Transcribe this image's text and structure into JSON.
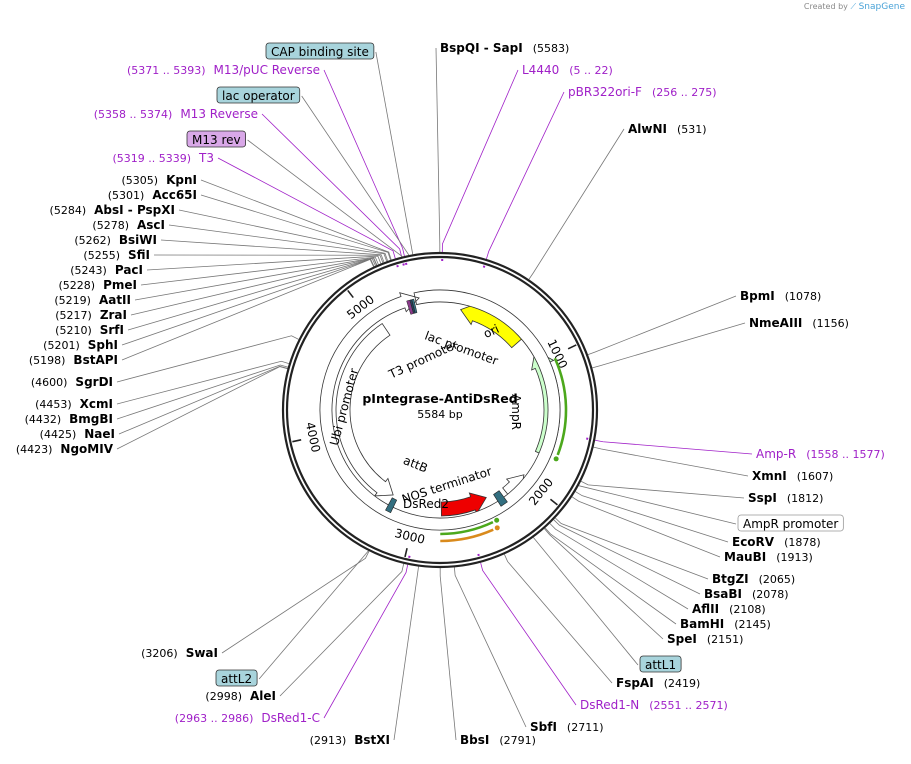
{
  "credit": {
    "created_by": "Created by",
    "brand": "SnapGene"
  },
  "plasmid": {
    "name": "pIntegrase-AntiDsRed",
    "size": 5584,
    "size_label": "5584 bp"
  },
  "ticks": [
    {
      "label": "1000",
      "bp": 1000
    },
    {
      "label": "2000",
      "bp": 2000
    },
    {
      "label": "3000",
      "bp": 3000
    },
    {
      "label": "4000",
      "bp": 4000
    },
    {
      "label": "5000",
      "bp": 5000
    }
  ],
  "features": [
    {
      "name": "ori",
      "start": 180,
      "end": 760,
      "color": "#ffff00",
      "label_color": "#000000"
    },
    {
      "name": "AmpR",
      "start": 900,
      "end": 1760,
      "color": "#ccffcc",
      "label_color": "#000000"
    },
    {
      "name": "DsRed2",
      "start": 2360,
      "end": 2780,
      "color": "#ee0000",
      "label_color": "#ffffff"
    },
    {
      "name": "NOS terminator",
      "start": 1980,
      "end": 2190,
      "color": "#ffffff",
      "label_color": "#000000"
    },
    {
      "name": "attB",
      "start": 3180,
      "end": 3240,
      "color": "#336f80",
      "label_color": "#000000"
    },
    {
      "name": "Ubi promoter",
      "start": 3240,
      "end": 5060,
      "color": "#ffffff",
      "label_color": "#000000"
    },
    {
      "name": "T3 promoter",
      "start": 5319,
      "end": 5339,
      "color": "#8b3a8b",
      "label_color": "#000000"
    },
    {
      "name": "lac promoter",
      "start": 5390,
      "end": 5420,
      "color": "#ffffff",
      "label_color": "#000000"
    }
  ],
  "left_labels": [
    {
      "pos": "(5371 .. 5393)",
      "name": "M13/pUC Reverse",
      "kind": "primer",
      "bp": 5382
    },
    {
      "pos": "(5358 .. 5374)",
      "name": "M13 Reverse",
      "kind": "primer",
      "bp": 5366
    },
    {
      "pos": "(5319 .. 5339)",
      "name": "T3",
      "kind": "primer",
      "bp": 5329
    },
    {
      "pos": "(5305)",
      "name": "KpnI",
      "kind": "enzyme",
      "bp": 5305
    },
    {
      "pos": "(5301)",
      "name": "Acc65I",
      "kind": "enzyme",
      "bp": 5301
    },
    {
      "pos": "(5284)",
      "name": "AbsI",
      "name2": "PspXI",
      "kind": "enzyme",
      "bp": 5284
    },
    {
      "pos": "(5278)",
      "name": "AscI",
      "kind": "enzyme",
      "bp": 5278
    },
    {
      "pos": "(5262)",
      "name": "BsiWI",
      "kind": "enzyme",
      "bp": 5262
    },
    {
      "pos": "(5255)",
      "name": "SfiI",
      "kind": "enzyme",
      "bp": 5255
    },
    {
      "pos": "(5243)",
      "name": "PacI",
      "kind": "enzyme",
      "bp": 5243
    },
    {
      "pos": "(5228)",
      "name": "PmeI",
      "kind": "enzyme",
      "bp": 5228
    },
    {
      "pos": "(5219)",
      "name": "AatII",
      "kind": "enzyme",
      "bp": 5219
    },
    {
      "pos": "(5217)",
      "name": "ZraI",
      "kind": "enzyme",
      "bp": 5217
    },
    {
      "pos": "(5210)",
      "name": "SrfI",
      "kind": "enzyme",
      "bp": 5210
    },
    {
      "pos": "(5201)",
      "name": "SphI",
      "kind": "enzyme",
      "bp": 5201
    },
    {
      "pos": "(5198)",
      "name": "BstAPI",
      "kind": "enzyme",
      "bp": 5198
    },
    {
      "pos": "(4600)",
      "name": "SgrDI",
      "kind": "enzyme",
      "bp": 4600
    },
    {
      "pos": "(4453)",
      "name": "XcmI",
      "kind": "enzyme",
      "bp": 4453
    },
    {
      "pos": "(4432)",
      "name": "BmgBI",
      "kind": "enzyme",
      "bp": 4432
    },
    {
      "pos": "(4425)",
      "name": "NaeI",
      "kind": "enzyme",
      "bp": 4425
    },
    {
      "pos": "(4423)",
      "name": "NgoMIV",
      "kind": "enzyme",
      "bp": 4423
    },
    {
      "pos": "(3206)",
      "name": "SwaI",
      "kind": "enzyme",
      "bp": 3206
    },
    {
      "pos": "(2998)",
      "name": "AleI",
      "kind": "enzyme",
      "bp": 2998
    },
    {
      "pos": "(2963 .. 2986)",
      "name": "DsRed1-C",
      "kind": "primer",
      "bp": 2975
    },
    {
      "pos": "(2913)",
      "name": "BstXI",
      "kind": "enzyme",
      "bp": 2913
    },
    {
      "pos": "(2791)",
      "name": "BbsI",
      "kind": "enzyme",
      "bp": 2791
    }
  ],
  "right_labels": [
    {
      "name": "BspQI",
      "name2": "SapI",
      "pos": "(5583)",
      "kind": "enzyme",
      "bp": 5583
    },
    {
      "name": "L4440",
      "pos": "(5 .. 22)",
      "kind": "primer",
      "bp": 13
    },
    {
      "name": "pBR322ori-F",
      "pos": "(256 .. 275)",
      "kind": "primer",
      "bp": 265
    },
    {
      "name": "AlwNI",
      "pos": "(531)",
      "kind": "enzyme",
      "bp": 531
    },
    {
      "name": "BpmI",
      "pos": "(1078)",
      "kind": "enzyme",
      "bp": 1078
    },
    {
      "name": "NmeAIII",
      "pos": "(1156)",
      "kind": "enzyme",
      "bp": 1156
    },
    {
      "name": "Amp-R",
      "pos": "(1558 .. 1577)",
      "kind": "primer",
      "bp": 1567
    },
    {
      "name": "XmnI",
      "pos": "(1607)",
      "kind": "enzyme",
      "bp": 1607
    },
    {
      "name": "SspI",
      "pos": "(1812)",
      "kind": "enzyme",
      "bp": 1812
    },
    {
      "name": "EcoRV",
      "pos": "(1878)",
      "kind": "enzyme",
      "bp": 1878
    },
    {
      "name": "MauBI",
      "pos": "(1913)",
      "kind": "enzyme",
      "bp": 1913
    },
    {
      "name": "BtgZI",
      "pos": "(2065)",
      "kind": "enzyme",
      "bp": 2065
    },
    {
      "name": "BsaBI",
      "pos": "(2078)",
      "kind": "enzyme",
      "bp": 2078
    },
    {
      "name": "AflII",
      "pos": "(2108)",
      "kind": "enzyme",
      "bp": 2108
    },
    {
      "name": "BamHI",
      "pos": "(2145)",
      "kind": "enzyme",
      "bp": 2145
    },
    {
      "name": "SpeI",
      "pos": "(2151)",
      "kind": "enzyme",
      "bp": 2151
    },
    {
      "name": "FspAI",
      "pos": "(2419)",
      "kind": "enzyme",
      "bp": 2419
    },
    {
      "name": "DsRed1-N",
      "pos": "(2551 .. 2571)",
      "kind": "primer",
      "bp": 2561
    },
    {
      "name": "SbfI",
      "pos": "(2711)",
      "kind": "enzyme",
      "bp": 2711
    }
  ],
  "boxed_labels": [
    {
      "name": "CAP binding site",
      "fill": "#a8d4dc",
      "stroke": "#333333",
      "bp": 5430
    },
    {
      "name": "lac operator",
      "fill": "#a8d4dc",
      "stroke": "#333333",
      "bp": 5408
    },
    {
      "name": "M13 rev",
      "fill": "#d9a8e8",
      "stroke": "#333333",
      "bp": 5370
    },
    {
      "name": "AmpR promoter",
      "fill": "#ffffff",
      "stroke": "#999999",
      "bp": 1840
    },
    {
      "name": "attL1",
      "fill": "#a8d4dc",
      "stroke": "#333333",
      "bp": 2230
    },
    {
      "name": "attL2",
      "fill": "#a8d4dc",
      "stroke": "#333333",
      "bp": 3210
    }
  ],
  "colors": {
    "primer": "#a020c8",
    "enzyme": "#000000",
    "leader": "#777777",
    "backbone": "#222222"
  }
}
